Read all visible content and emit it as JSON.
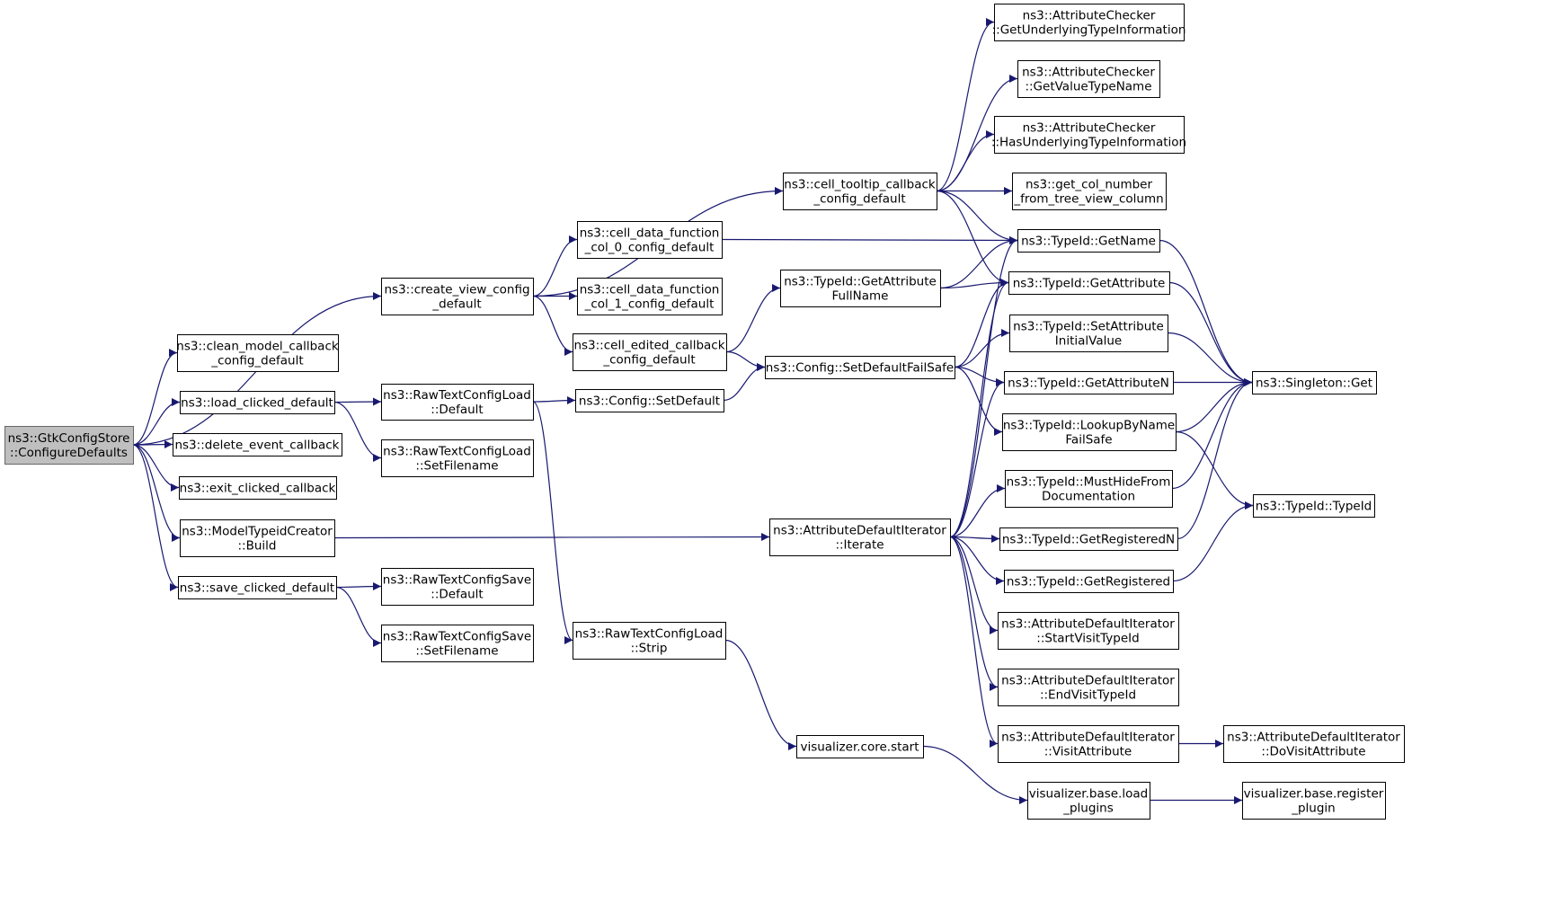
{
  "graph": {
    "nodes": [
      {
        "id": "root",
        "lines": [
          "ns3::GtkConfigStore",
          "::ConfigureDefaults"
        ],
        "root": true
      },
      {
        "id": "create_view",
        "lines": [
          "ns3::create_view_config",
          "_default"
        ]
      },
      {
        "id": "clean_model",
        "lines": [
          "ns3::clean_model_callback",
          "_config_default"
        ]
      },
      {
        "id": "load_clicked",
        "lines": [
          "ns3::load_clicked_default"
        ]
      },
      {
        "id": "delete_event",
        "lines": [
          "ns3::delete_event_callback"
        ]
      },
      {
        "id": "exit_clicked",
        "lines": [
          "ns3::exit_clicked_callback"
        ]
      },
      {
        "id": "mtc_build",
        "lines": [
          "ns3::ModelTypeidCreator",
          "::Build"
        ]
      },
      {
        "id": "save_clicked",
        "lines": [
          "ns3::save_clicked_default"
        ]
      },
      {
        "id": "rtcl_default",
        "lines": [
          "ns3::RawTextConfigLoad",
          "::Default"
        ]
      },
      {
        "id": "rtcl_setfn",
        "lines": [
          "ns3::RawTextConfigLoad",
          "::SetFilename"
        ]
      },
      {
        "id": "rtcs_default",
        "lines": [
          "ns3::RawTextConfigSave",
          "::Default"
        ]
      },
      {
        "id": "rtcs_setfn",
        "lines": [
          "ns3::RawTextConfigSave",
          "::SetFilename"
        ]
      },
      {
        "id": "cdf0",
        "lines": [
          "ns3::cell_data_function",
          "_col_0_config_default"
        ]
      },
      {
        "id": "cdf1",
        "lines": [
          "ns3::cell_data_function",
          "_col_1_config_default"
        ]
      },
      {
        "id": "cell_edited",
        "lines": [
          "ns3::cell_edited_callback",
          "_config_default"
        ]
      },
      {
        "id": "cfg_setdefault",
        "lines": [
          "ns3::Config::SetDefault"
        ]
      },
      {
        "id": "rtcl_strip",
        "lines": [
          "ns3::RawTextConfigLoad",
          "::Strip"
        ]
      },
      {
        "id": "cell_tooltip",
        "lines": [
          "ns3::cell_tooltip_callback",
          "_config_default"
        ]
      },
      {
        "id": "getattr_fullname",
        "lines": [
          "ns3::TypeId::GetAttribute",
          "FullName"
        ]
      },
      {
        "id": "setdef_failsafe",
        "lines": [
          "ns3::Config::SetDefaultFailSafe"
        ]
      },
      {
        "id": "adi_iterate",
        "lines": [
          "ns3::AttributeDefaultIterator",
          "::Iterate"
        ]
      },
      {
        "id": "viz_start",
        "lines": [
          "visualizer.core.start"
        ]
      },
      {
        "id": "ac_underlying_info",
        "lines": [
          "ns3::AttributeChecker",
          "::GetUnderlyingTypeInformation"
        ]
      },
      {
        "id": "ac_valuetypename",
        "lines": [
          "ns3::AttributeChecker",
          "::GetValueTypeName"
        ]
      },
      {
        "id": "ac_has_underlying",
        "lines": [
          "ns3::AttributeChecker",
          "::HasUnderlyingTypeInformation"
        ]
      },
      {
        "id": "get_col_number",
        "lines": [
          "ns3::get_col_number",
          "_from_tree_view_column"
        ]
      },
      {
        "id": "tid_getname",
        "lines": [
          "ns3::TypeId::GetName"
        ]
      },
      {
        "id": "tid_getattribute",
        "lines": [
          "ns3::TypeId::GetAttribute"
        ]
      },
      {
        "id": "tid_setattr_init",
        "lines": [
          "ns3::TypeId::SetAttribute",
          "InitialValue"
        ]
      },
      {
        "id": "tid_getattributen",
        "lines": [
          "ns3::TypeId::GetAttributeN"
        ]
      },
      {
        "id": "tid_lookup_failsafe",
        "lines": [
          "ns3::TypeId::LookupByName",
          "FailSafe"
        ]
      },
      {
        "id": "tid_musthide",
        "lines": [
          "ns3::TypeId::MustHideFrom",
          "Documentation"
        ]
      },
      {
        "id": "tid_getregisteredn",
        "lines": [
          "ns3::TypeId::GetRegisteredN"
        ]
      },
      {
        "id": "tid_getregistered",
        "lines": [
          "ns3::TypeId::GetRegistered"
        ]
      },
      {
        "id": "adi_startvisit",
        "lines": [
          "ns3::AttributeDefaultIterator",
          "::StartVisitTypeId"
        ]
      },
      {
        "id": "adi_endvisit",
        "lines": [
          "ns3::AttributeDefaultIterator",
          "::EndVisitTypeId"
        ]
      },
      {
        "id": "adi_visitattr",
        "lines": [
          "ns3::AttributeDefaultIterator",
          "::VisitAttribute"
        ]
      },
      {
        "id": "adi_dovisitattr",
        "lines": [
          "ns3::AttributeDefaultIterator",
          "::DoVisitAttribute"
        ]
      },
      {
        "id": "viz_loadplugins",
        "lines": [
          "visualizer.base.load",
          "_plugins"
        ]
      },
      {
        "id": "viz_registerplugin",
        "lines": [
          "visualizer.base.register",
          "_plugin"
        ]
      },
      {
        "id": "singleton_get",
        "lines": [
          "ns3::Singleton::Get"
        ]
      },
      {
        "id": "tid_typeid",
        "lines": [
          "ns3::TypeId::TypeId"
        ]
      }
    ],
    "edges": [
      [
        "root",
        "create_view"
      ],
      [
        "root",
        "clean_model"
      ],
      [
        "root",
        "load_clicked"
      ],
      [
        "root",
        "delete_event"
      ],
      [
        "root",
        "exit_clicked"
      ],
      [
        "root",
        "mtc_build"
      ],
      [
        "root",
        "save_clicked"
      ],
      [
        "create_view",
        "cell_tooltip"
      ],
      [
        "create_view",
        "cdf0"
      ],
      [
        "create_view",
        "cdf1"
      ],
      [
        "create_view",
        "cell_edited"
      ],
      [
        "load_clicked",
        "rtcl_default"
      ],
      [
        "load_clicked",
        "rtcl_setfn"
      ],
      [
        "rtcl_default",
        "cfg_setdefault"
      ],
      [
        "rtcl_default",
        "rtcl_strip"
      ],
      [
        "save_clicked",
        "rtcs_default"
      ],
      [
        "save_clicked",
        "rtcs_setfn"
      ],
      [
        "mtc_build",
        "adi_iterate"
      ],
      [
        "cell_tooltip",
        "ac_underlying_info"
      ],
      [
        "cell_tooltip",
        "ac_valuetypename"
      ],
      [
        "cell_tooltip",
        "ac_has_underlying"
      ],
      [
        "cell_tooltip",
        "get_col_number"
      ],
      [
        "cell_tooltip",
        "tid_getname"
      ],
      [
        "cell_tooltip",
        "tid_getattribute"
      ],
      [
        "cdf0",
        "tid_getname"
      ],
      [
        "cell_edited",
        "getattr_fullname"
      ],
      [
        "cell_edited",
        "setdef_failsafe"
      ],
      [
        "cfg_setdefault",
        "setdef_failsafe"
      ],
      [
        "getattr_fullname",
        "tid_getname"
      ],
      [
        "getattr_fullname",
        "tid_getattribute"
      ],
      [
        "setdef_failsafe",
        "tid_getattribute"
      ],
      [
        "setdef_failsafe",
        "tid_setattr_init"
      ],
      [
        "setdef_failsafe",
        "tid_getattributen"
      ],
      [
        "setdef_failsafe",
        "tid_lookup_failsafe"
      ],
      [
        "adi_iterate",
        "tid_getname"
      ],
      [
        "adi_iterate",
        "tid_getattribute"
      ],
      [
        "adi_iterate",
        "tid_getattributen"
      ],
      [
        "adi_iterate",
        "tid_musthide"
      ],
      [
        "adi_iterate",
        "tid_getregisteredn"
      ],
      [
        "adi_iterate",
        "tid_getregistered"
      ],
      [
        "adi_iterate",
        "adi_startvisit"
      ],
      [
        "adi_iterate",
        "adi_endvisit"
      ],
      [
        "adi_iterate",
        "adi_visitattr"
      ],
      [
        "adi_visitattr",
        "adi_dovisitattr"
      ],
      [
        "rtcl_strip",
        "viz_start"
      ],
      [
        "viz_start",
        "viz_loadplugins"
      ],
      [
        "viz_loadplugins",
        "viz_registerplugin"
      ],
      [
        "tid_getname",
        "singleton_get"
      ],
      [
        "tid_getattribute",
        "singleton_get"
      ],
      [
        "tid_setattr_init",
        "singleton_get"
      ],
      [
        "tid_getattributen",
        "singleton_get"
      ],
      [
        "tid_lookup_failsafe",
        "singleton_get"
      ],
      [
        "tid_lookup_failsafe",
        "tid_typeid"
      ],
      [
        "tid_musthide",
        "singleton_get"
      ],
      [
        "tid_getregisteredn",
        "singleton_get"
      ],
      [
        "tid_getregistered",
        "tid_typeid"
      ]
    ]
  }
}
